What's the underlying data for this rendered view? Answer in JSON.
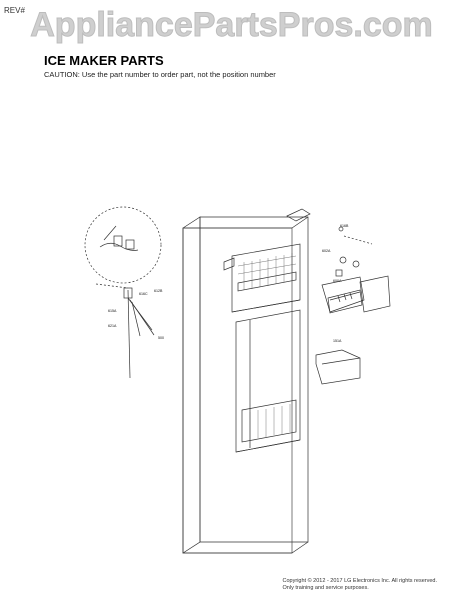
{
  "header": {
    "rev": "REV#",
    "watermark": "AppliancePartsPros.com"
  },
  "section": {
    "title": "ICE MAKER PARTS",
    "caution": "CAUTION: Use the part number to order part, not the position number"
  },
  "callouts": {
    "c1": "616B",
    "c2": "602A",
    "c3": "600A",
    "c4": "151A",
    "c5": "615A",
    "c6": "616C",
    "c7": "612B",
    "c8": "621A",
    "c9": "500"
  },
  "footer": {
    "line1": "Copyright © 2012 - 2017 LG Electronics Inc. All rights reserved.",
    "line2": "Only training and service purposes."
  }
}
